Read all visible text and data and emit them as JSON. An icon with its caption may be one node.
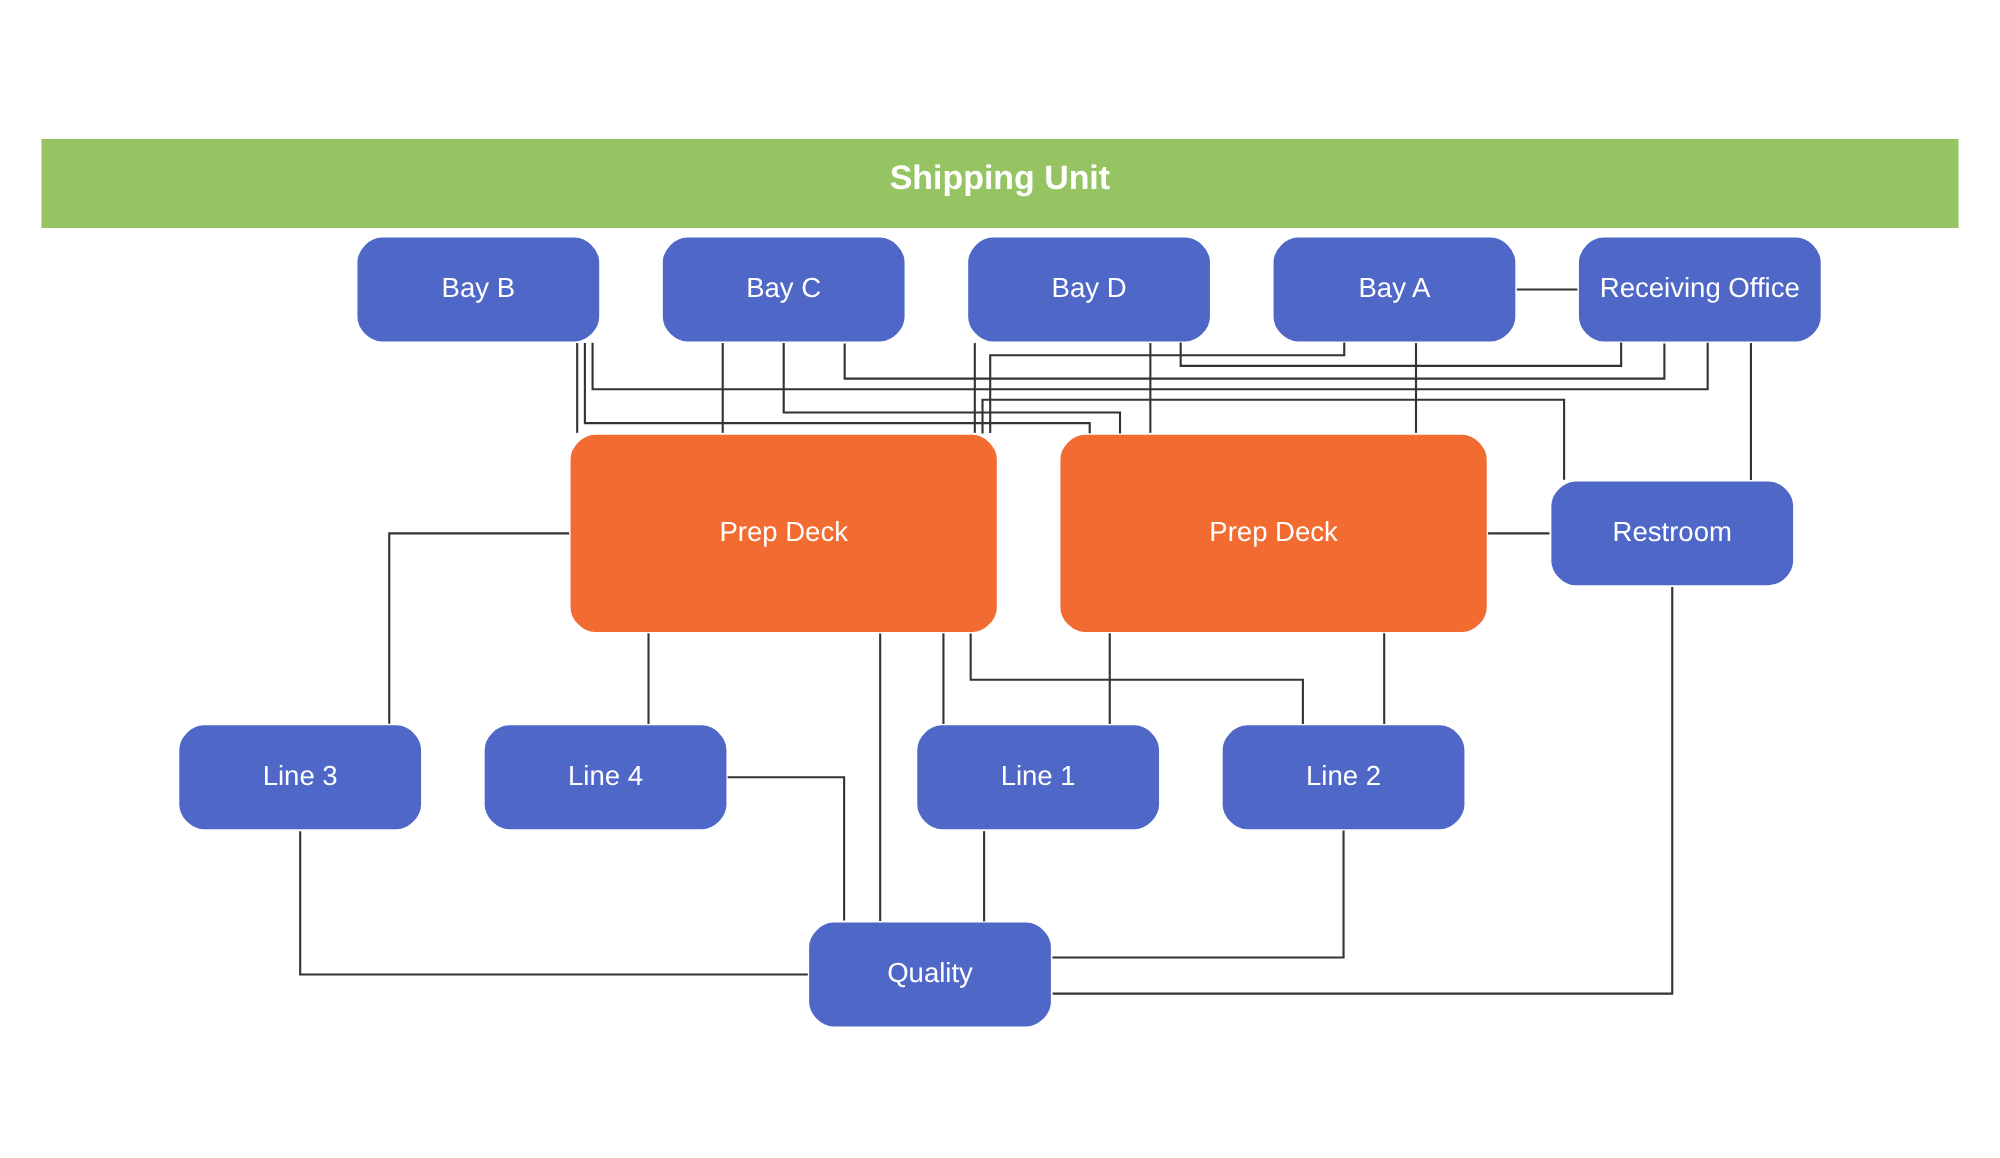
{
  "diagram": {
    "title": "Shipping Unit",
    "nodes": [
      {
        "text": [
          "Bay A"
        ]
      },
      {
        "text": [
          "Bay B"
        ]
      },
      {
        "text": [
          "Bay C"
        ]
      },
      {
        "text": [
          "Bay D"
        ]
      },
      {
        "text": [
          "Receiving Office"
        ]
      },
      {
        "text": [
          "Restroom"
        ]
      },
      {
        "text": [
          "Prep Deck"
        ]
      },
      {
        "text": [
          "Prep Deck"
        ]
      },
      {
        "text": [
          "Quality"
        ]
      },
      {
        "text": [
          "Line 1"
        ]
      },
      {
        "text": [
          "Line 2"
        ]
      },
      {
        "text": [
          "Line 3"
        ]
      },
      {
        "text": [
          "Line 4"
        ]
      }
    ],
    "edges": [
      {
        "from": 0,
        "to": 6,
        "arrow": "none"
      },
      {
        "from": 0,
        "to": 7,
        "arrow": "none"
      },
      {
        "from": 1,
        "to": 6,
        "arrow": "none"
      },
      {
        "from": 1,
        "to": 7,
        "arrow": "none"
      },
      {
        "from": 2,
        "to": 6,
        "arrow": "none"
      },
      {
        "from": 2,
        "to": 7,
        "arrow": "none"
      },
      {
        "from": 3,
        "to": 6,
        "arrow": "none"
      },
      {
        "from": 3,
        "to": 7,
        "arrow": "none"
      },
      {
        "from": 0,
        "to": 4,
        "arrow": "none"
      },
      {
        "from": 1,
        "to": 4,
        "arrow": "none"
      },
      {
        "from": 2,
        "to": 4,
        "arrow": "none"
      },
      {
        "from": 3,
        "to": 4,
        "arrow": "none"
      },
      {
        "from": 4,
        "to": 5,
        "arrow": "none"
      },
      {
        "from": 6,
        "to": 5,
        "arrow": "none"
      },
      {
        "from": 7,
        "to": 5,
        "arrow": "none"
      },
      {
        "from": 5,
        "to": 8,
        "arrow": "none"
      },
      {
        "from": 7,
        "to": 8,
        "arrow": "none"
      },
      {
        "from": 6,
        "to": 9,
        "arrow": "none"
      },
      {
        "from": 6,
        "to": 10,
        "arrow": "none"
      },
      {
        "from": 7,
        "to": 9,
        "arrow": "none"
      },
      {
        "from": 7,
        "to": 10,
        "arrow": "none"
      },
      {
        "from": 7,
        "to": 11,
        "arrow": "none"
      },
      {
        "from": 7,
        "to": 12,
        "arrow": "none"
      },
      {
        "from": 9,
        "to": 8,
        "arrow": "none"
      },
      {
        "from": 10,
        "to": 8,
        "arrow": "none"
      },
      {
        "from": 11,
        "to": 8,
        "arrow": "none"
      },
      {
        "from": 12,
        "to": 8,
        "arrow": "none"
      }
    ]
  }
}
